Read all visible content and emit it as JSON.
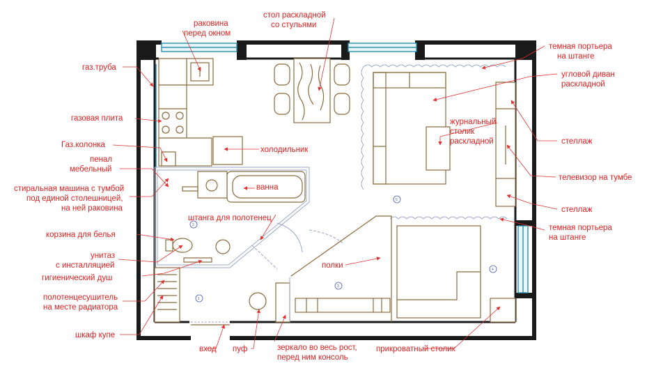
{
  "labels": {
    "sink_window_1": "раковина",
    "sink_window_2": "перед окном",
    "table_1": "стол раскладной",
    "table_2": "со стульями",
    "gas_pipe": "газ.труба",
    "gas_stove": "газовая плита",
    "gas_heater": "Газ.колонка",
    "pencil_case_1": "пенал",
    "pencil_case_2": "мебельный",
    "washer_1": "стиральная машина с тумбой",
    "washer_2": "под единой столешницей,",
    "washer_3": "на ней раковина",
    "laundry_basket": "корзина для белья",
    "toilet_1": "унитаз",
    "toilet_2": "с инсталляцией",
    "hygienic_shower": "гигиенический душ",
    "towel_dryer_1": "полотенцесушитель",
    "towel_dryer_2": "на месте радиатора",
    "wardrobe": "шкаф купе",
    "entrance": "вход",
    "pouf": "пуф",
    "mirror_1": "зеркало во весь рост,",
    "mirror_2": "перед ним консоль",
    "bedside_table": "прикроватный столик",
    "curtain_top_1": "темная портьера",
    "curtain_top_2": "на штанге",
    "sofa_1": "угловой диван",
    "sofa_2": "раскладной",
    "coffee_table_1": "журнальный",
    "coffee_table_2": "столик",
    "coffee_table_3": "раскладной",
    "shelving_top": "стеллаж",
    "tv": "телевизор на тумбе",
    "shelving_bottom": "стеллаж",
    "curtain_bottom_1": "темная портьера",
    "curtain_bottom_2": "на штанге",
    "fridge": "холодильник",
    "bath": "ванна",
    "towel_rail": "штанга для полотенец",
    "shelves": "полки"
  },
  "room_numbers": {
    "r1": "1",
    "r2": "2",
    "r3": "3",
    "r4": "4",
    "r5": "5"
  },
  "colors": {
    "label": "#e02020",
    "wall": "#1a1a1a",
    "furniture": "#8a6a3a",
    "window": "#2a8fb0"
  }
}
